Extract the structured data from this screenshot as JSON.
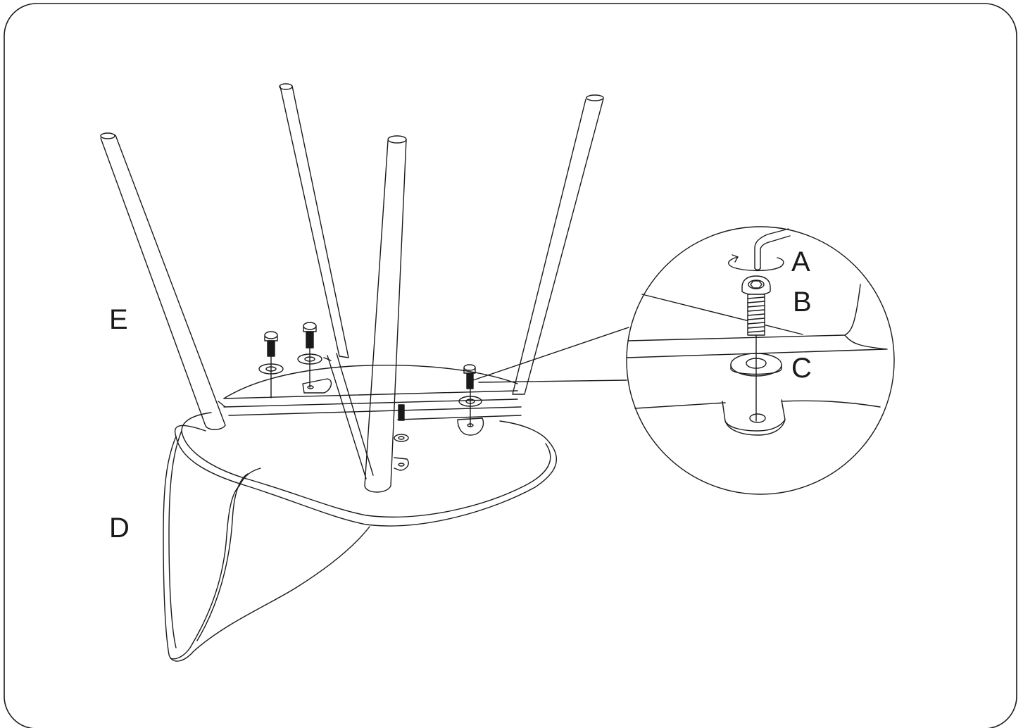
{
  "labels": {
    "A": "A",
    "B": "B",
    "C": "C",
    "D": "D",
    "E": "E"
  },
  "colors": {
    "line": "#1a1a1a",
    "background": "#ffffff"
  }
}
